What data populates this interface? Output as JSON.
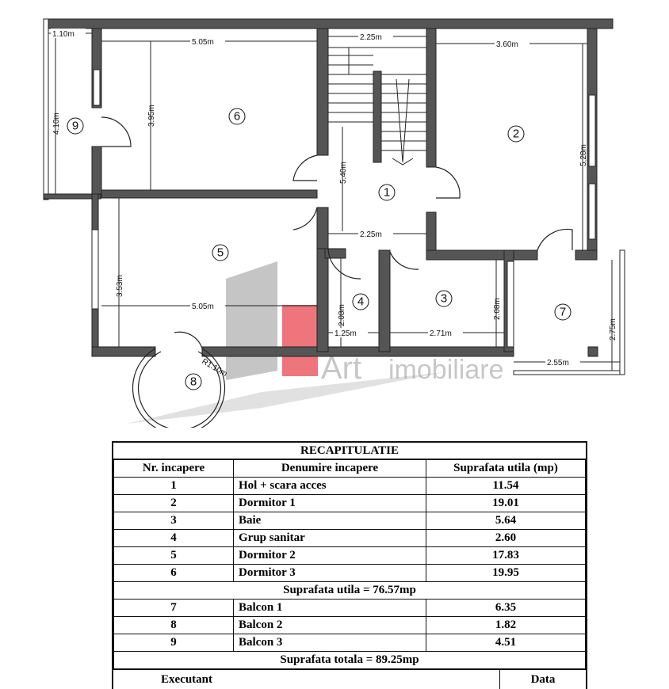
{
  "floorplan": {
    "dimensions": {
      "balcony9_width": "1.10m",
      "room6_width": "5.05m",
      "stair_width": "2.25m",
      "room2_width": "3.60m",
      "balcony9_height": "4.10m",
      "room6_height": "3.95m",
      "hall_height": "5.40m",
      "room2_height": "5.28m",
      "hall_width": "2.25m",
      "room5_height": "3.53m",
      "room5_width": "5.05m",
      "room4_height": "2.08m",
      "room4_width": "1.25m",
      "room3_width": "2.71m",
      "room3_height": "2.08m",
      "balcony7_height": "2.75m",
      "balcony7_width": "2.55m",
      "balcony8_radius": "R1.10m"
    },
    "room_numbers": [
      "1",
      "2",
      "3",
      "4",
      "5",
      "6",
      "7",
      "8",
      "9"
    ],
    "watermark": {
      "brand": "Art",
      "subtitle": "imobiliare"
    }
  },
  "summary": {
    "title": "RECAPITULATIE",
    "headers": [
      "Nr. incapere",
      "Denumire incapere",
      "Suprafata utila (mp)"
    ],
    "rooms": [
      {
        "nr": "1",
        "name": "Hol + scara acces",
        "area": "11.54"
      },
      {
        "nr": "2",
        "name": "Dormitor 1",
        "area": "19.01"
      },
      {
        "nr": "3",
        "name": "Baie",
        "area": "5.64"
      },
      {
        "nr": "4",
        "name": "Grup sanitar",
        "area": "2.60"
      },
      {
        "nr": "5",
        "name": "Dormitor 2",
        "area": "17.83"
      },
      {
        "nr": "6",
        "name": "Dormitor 3",
        "area": "19.95"
      }
    ],
    "useful_total": "Suprafata utila = 76.57mp",
    "balconies": [
      {
        "nr": "7",
        "name": "Balcon 1",
        "area": "6.35"
      },
      {
        "nr": "8",
        "name": "Balcon 2",
        "area": "1.82"
      },
      {
        "nr": "9",
        "name": "Balcon 3",
        "area": "4.51"
      }
    ],
    "grand_total": "Suprafata totala = 89.25mp",
    "footer_left": "Executant",
    "footer_right": "Data"
  },
  "colors": {
    "wall": "#555555",
    "watermark_red": "#e8474f",
    "watermark_gray": "#8c8c8c"
  }
}
